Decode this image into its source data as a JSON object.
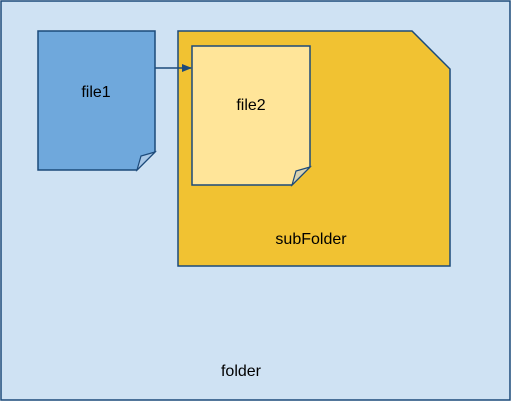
{
  "diagram": {
    "folder": {
      "label": "folder",
      "fill": "#cfe2f3",
      "stroke": "#1c4a7a"
    },
    "sub_folder": {
      "label": "subFolder",
      "fill": "#f1c232",
      "stroke": "#1c4a7a"
    },
    "file1": {
      "label": "file1",
      "fill": "#6fa8dc",
      "stroke": "#1c4a7a"
    },
    "file2": {
      "label": "file2",
      "fill": "#ffe599",
      "stroke": "#1c4a7a"
    },
    "edges": [
      {
        "from": "file1",
        "to": "file2",
        "color": "#1c4a7a"
      }
    ]
  }
}
